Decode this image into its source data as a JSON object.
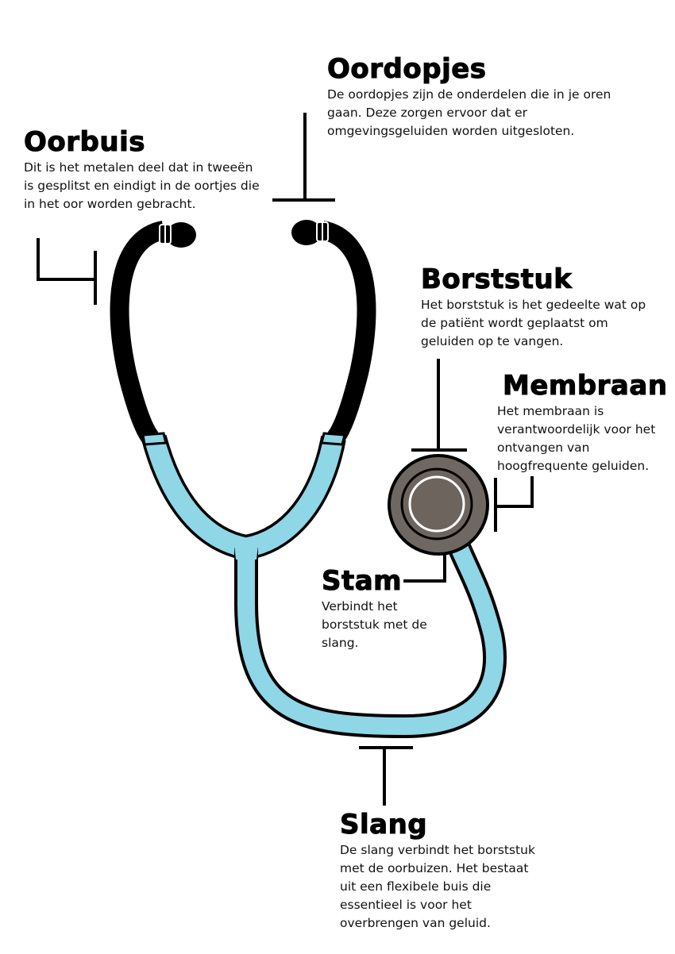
{
  "parts": {
    "oordopjes": {
      "title": "Oordopjes",
      "text": "De oordopjes zijn de onderdelen die in je oren gaan. Deze zorgen ervoor dat er omgevingsgeluiden worden uitgesloten."
    },
    "oorbuis": {
      "title": "Oorbuis",
      "text": "Dit is het metalen deel dat in tweeën is gesplitst en eindigt in de oortjes die in het oor worden gebracht."
    },
    "borststuk": {
      "title": "Borststuk",
      "text": "Het borststuk is het gedeelte wat op de patiënt wordt geplaatst om geluiden op te vangen."
    },
    "membraan": {
      "title": "Membraan",
      "text": "Het membraan is verantwoordelijk voor het ontvangen van hoogfrequente geluiden."
    },
    "stam": {
      "title": "Stam",
      "text": "Verbindt het borststuk met de slang."
    },
    "slang": {
      "title": "Slang",
      "text": "De slang verbindt het borststuk met de oorbuizen. Het bestaat uit een flexibele buis die essentieel is voor het overbrengen van geluid."
    }
  },
  "colors": {
    "tube": "#8fd6e6",
    "metal": "#000000",
    "chestpiece": "#6f6862",
    "chestpiece_inner": "#6d645d",
    "outline": "#000000",
    "ring": "#ffffff"
  },
  "icons": {
    "stethoscope": "stethoscope-illustration"
  }
}
